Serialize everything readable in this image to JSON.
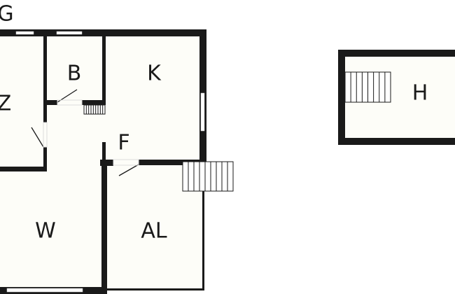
{
  "plan": {
    "labels": {
      "g": "G",
      "b": "B",
      "k": "K",
      "z": "Z",
      "f": "F",
      "w": "W",
      "al": "AL",
      "h": "H"
    },
    "colors": {
      "wall": "#1a1a1a",
      "floor": "#fdfdf8",
      "background": "#ffffff"
    }
  }
}
